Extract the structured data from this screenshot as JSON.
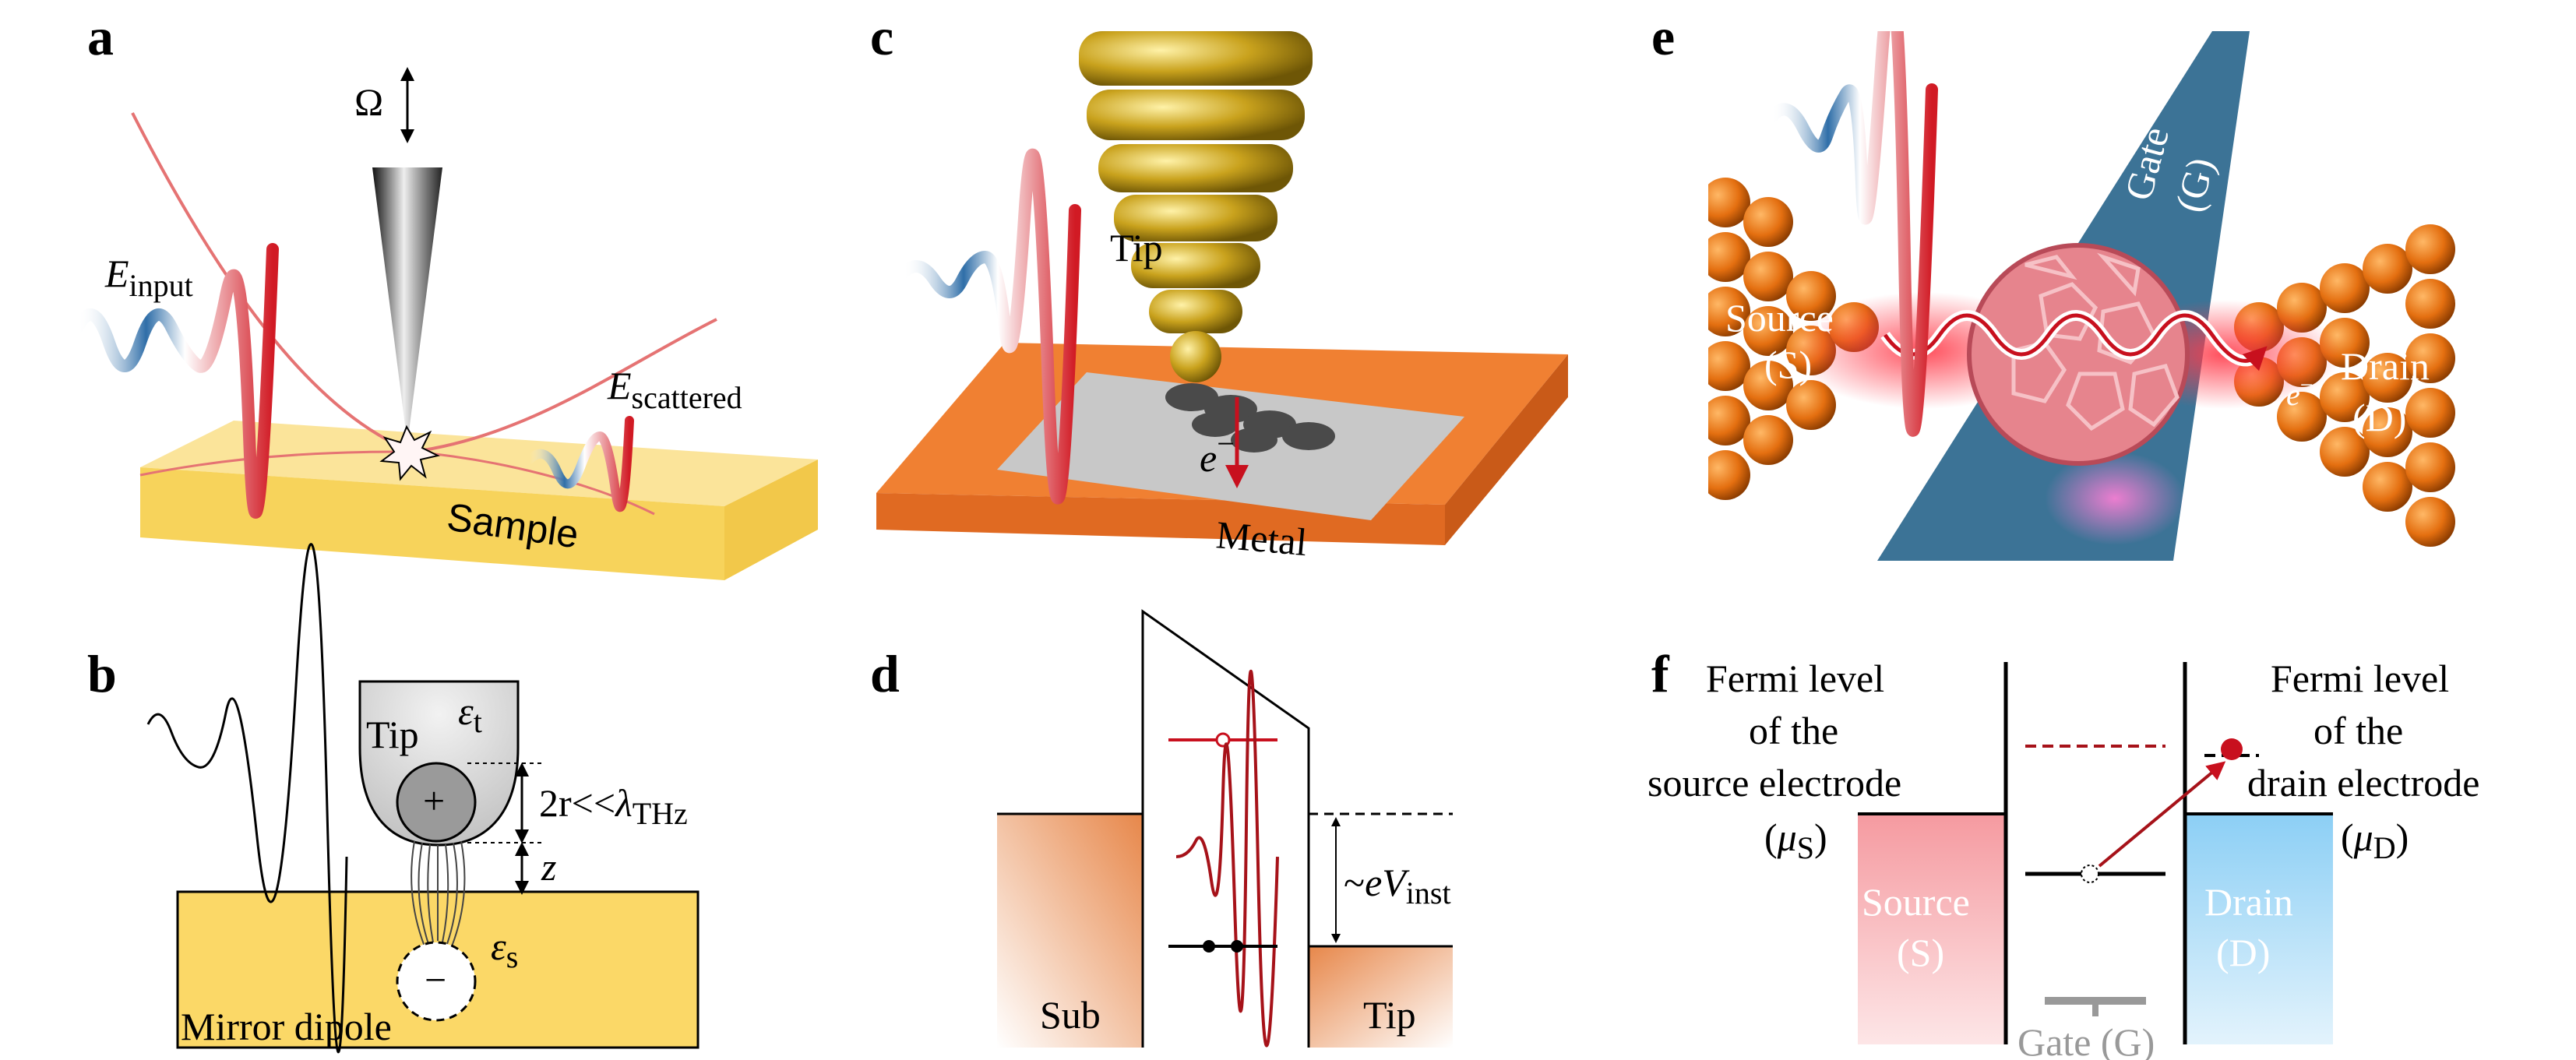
{
  "panels": {
    "a": {
      "letter": "a",
      "omega": "Ω",
      "e_input": "E",
      "e_input_sub": "input",
      "e_scattered": "E",
      "e_scattered_sub": "scattered",
      "sample": "Sample"
    },
    "b": {
      "letter": "b",
      "tip": "Tip",
      "eps_t": "ε",
      "eps_t_sub": "t",
      "plus": "+",
      "minus": "−",
      "two_r": "2r",
      "less_less": "<<",
      "lambda": "λ",
      "lambda_sub": "THz",
      "z": "z",
      "eps_s": "ε",
      "eps_s_sub": "s",
      "mirror": "Mirror dipole"
    },
    "c": {
      "letter": "c",
      "tip": "Tip",
      "electron": "e",
      "electron_sup": "−",
      "metal": "Metal"
    },
    "d": {
      "letter": "d",
      "sub": "Sub",
      "tip": "Tip",
      "tilde": "~",
      "eV": "eV",
      "inst": "inst"
    },
    "e": {
      "letter": "e",
      "gate_1": "Gate",
      "gate_2": "(G)",
      "source_1": "Source",
      "source_2": "(S)",
      "drain_1": "Drain",
      "drain_2": "(D)",
      "electron": "e",
      "electron_sup": "−"
    },
    "f": {
      "letter": "f",
      "left_1": "Fermi level",
      "left_2": "of the",
      "left_3": "source electrode",
      "mu_s": "μ",
      "mu_s_sub": "S",
      "right_1": "Fermi level",
      "right_2": "of the",
      "right_3": "drain electrode",
      "mu_d": "μ",
      "mu_d_sub": "D",
      "source_1": "Source",
      "source_2": "(S)",
      "drain_1": "Drain",
      "drain_2": "(D)",
      "gate": "Gate (G)"
    }
  },
  "colors": {
    "gold": "#f7d568",
    "orange": "#ef7f33",
    "red": "#c8101e",
    "blue": "#2f6ea8",
    "gate_blue": "#3c7396",
    "source_red": "#f4a3a8",
    "drain_blue": "#9fd2f3"
  }
}
